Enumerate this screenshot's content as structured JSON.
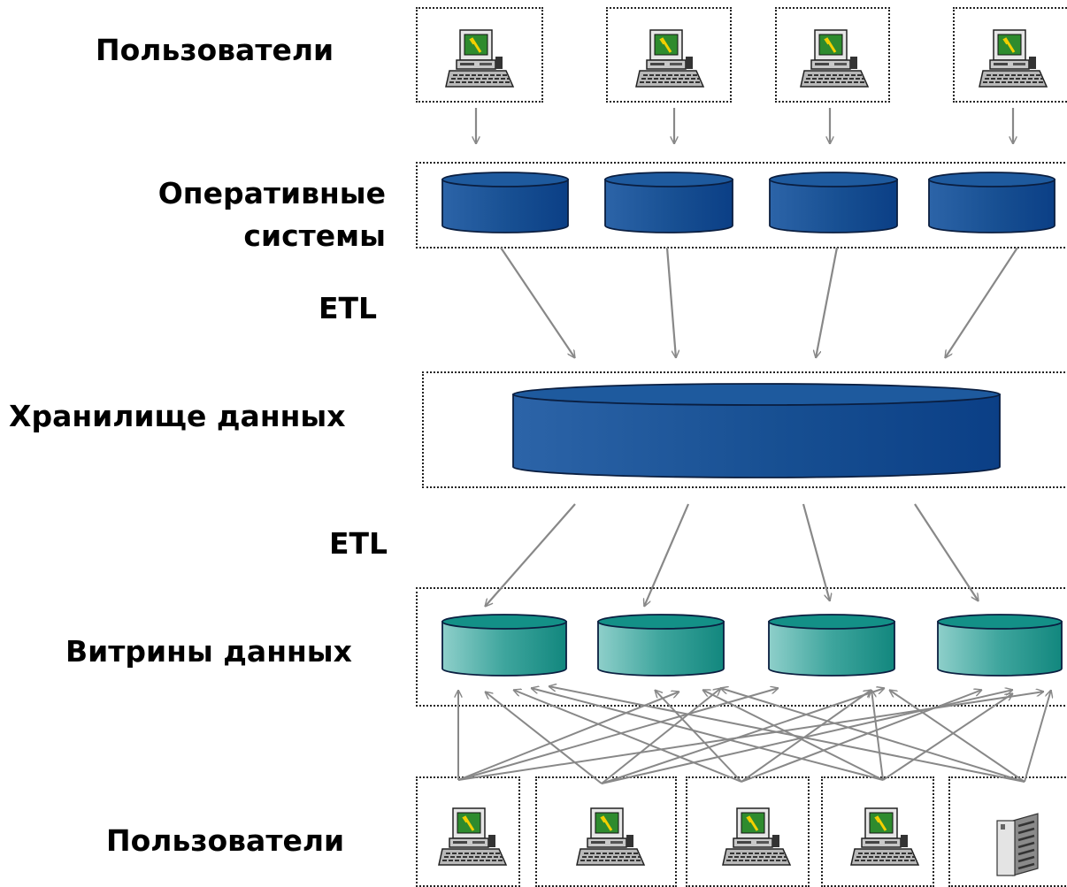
{
  "labels": {
    "users_top": "Пользователи",
    "operational_line1": "Оперативные",
    "operational_line2": "системы",
    "etl_top": "ETL",
    "warehouse": "Хранилище данных",
    "etl_bottom": "ETL",
    "marts": "Витрины данных",
    "users_bottom": "Пользователи"
  },
  "icons": {
    "top_users": [
      "computer-icon",
      "computer-icon",
      "computer-icon",
      "computer-icon"
    ],
    "bottom_users": [
      "computer-icon",
      "computer-icon",
      "computer-icon",
      "computer-icon",
      "server-icon"
    ]
  },
  "colors": {
    "operational_db": "#1f4f8c",
    "warehouse_db": "#1b4f8e",
    "mart_db": "#2a9a91",
    "arrow": "#888888"
  }
}
